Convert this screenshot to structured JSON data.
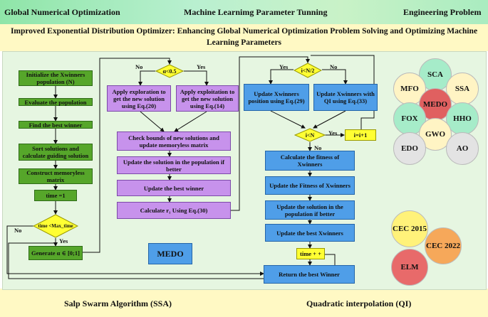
{
  "header": {
    "left": "Global Numerical Optimization",
    "center": "Machine Learnimg Parameter Tunning",
    "right": "Engineering Problem"
  },
  "title": {
    "line1": "Improved Exponential Distribution Optimizer: Enhancing Global Numerical Optimization Problem Solving and Optimizing Machine",
    "line2": "Learning Parameters"
  },
  "footer": {
    "left": "Salp Swarm Algorithm (SSA)",
    "right": "Quadratic interpolation (QI)"
  },
  "ssa_flow": {
    "init": "Initialize the Xwinners population (N)",
    "evaluate": "Evaluate the population",
    "best": "Find the best winner",
    "sort": "Sort solutions and calculate guiding solution",
    "matrix": "Construct memoryless matrix",
    "time": "time =1",
    "condition": "time <Max_time",
    "no": "No",
    "yes": "Yes",
    "generate": "Generate α ∈ [0;1]"
  },
  "edo_flow": {
    "condition": "α<0.5",
    "no": "No",
    "yes": "Yes",
    "exploration": "Apply exploration to get the new solution using Eq.(20)",
    "exploitation": "Apply exploitation to get the new solution using Eq.(14)",
    "check": "Check bounds of new solutions and update memoryless matrix",
    "update_pop": "Update the solution in the population if better",
    "update_best": "Update the best winner",
    "calc_r": "Calculate r₁ Using Eq.(30)",
    "label": "MEDO"
  },
  "qi_flow": {
    "condition": "i<N/2",
    "yes": "Yes",
    "no": "No",
    "update_pos": "Update Xwinners position using Eq.(29)",
    "update_qi": "Update Xwinners with QI using Eq.(33)",
    "loop_cond": "i<N",
    "loop_yes": "Yes",
    "loop_no": "No",
    "increment": "i=i+1",
    "calc_fitness": "Calculate the fitness of Xwinners",
    "update_fitness": "Update the Fitness of Xwinners",
    "update_solution": "Update the solution in the population if better",
    "update_best": "Update the best Xwinners",
    "time_inc": "time + +",
    "return": "Return the best Winner"
  },
  "algorithms": [
    "SCA",
    "MFO",
    "SSA",
    "MEDO",
    "FOX",
    "HHO",
    "GWO",
    "EDO",
    "AO"
  ],
  "benchmarks": [
    "CEC 2015",
    "CEC 2022",
    "ELM"
  ],
  "colors": {
    "green_box": "#56a62a",
    "purple_box": "#c792ec",
    "blue_box": "#4f9ee8",
    "yellow": "#ffff33",
    "medo_circle": "#e06060"
  }
}
